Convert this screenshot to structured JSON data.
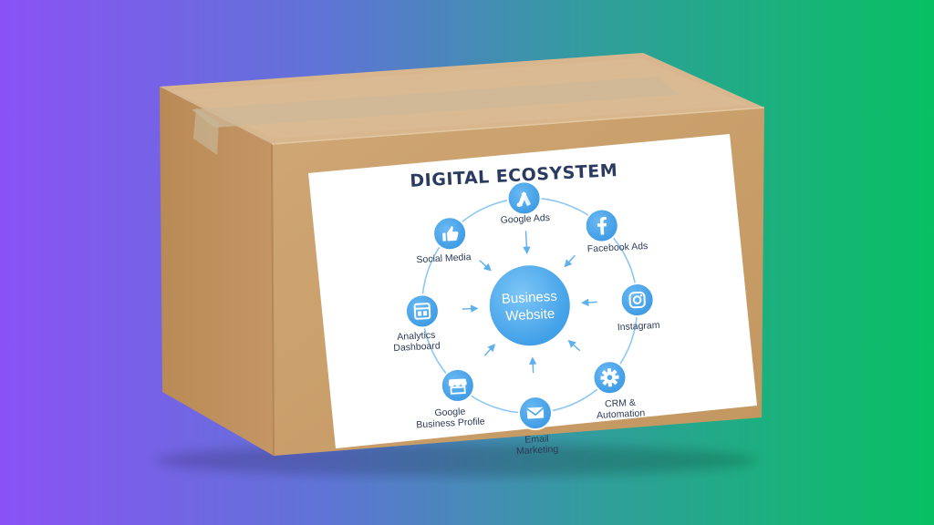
{
  "diagram": {
    "title": "DIGITAL ECOSYSTEM",
    "center": {
      "line1": "Business",
      "line2": "Website"
    },
    "nodes": [
      {
        "id": "google-ads",
        "icon": "google-ads-icon",
        "lines": [
          "Google Ads"
        ]
      },
      {
        "id": "facebook-ads",
        "icon": "facebook-icon",
        "lines": [
          "Facebook Ads"
        ]
      },
      {
        "id": "instagram",
        "icon": "instagram-icon",
        "lines": [
          "Instagram"
        ]
      },
      {
        "id": "crm-automation",
        "icon": "gear-icon",
        "lines": [
          "CRM &",
          "Automation"
        ]
      },
      {
        "id": "email-marketing",
        "icon": "envelope-icon",
        "lines": [
          "Email",
          "Marketing"
        ]
      },
      {
        "id": "google-business-profile",
        "icon": "storefront-icon",
        "lines": [
          "Google",
          "Business Profile"
        ]
      },
      {
        "id": "analytics-dashboard",
        "icon": "dashboard-icon",
        "lines": [
          "Analytics",
          "Dashboard"
        ]
      },
      {
        "id": "social-media",
        "icon": "thumbs-up-icon",
        "lines": [
          "Social Media"
        ]
      }
    ]
  },
  "colors": {
    "gradient_left": "#8a52f5",
    "gradient_right": "#08c062",
    "box_front": "#c9a06f",
    "box_side": "#c0925d",
    "box_top": "#d7b48a",
    "node_blue": "#4aa8ec",
    "text_dark": "#2a3a60"
  }
}
